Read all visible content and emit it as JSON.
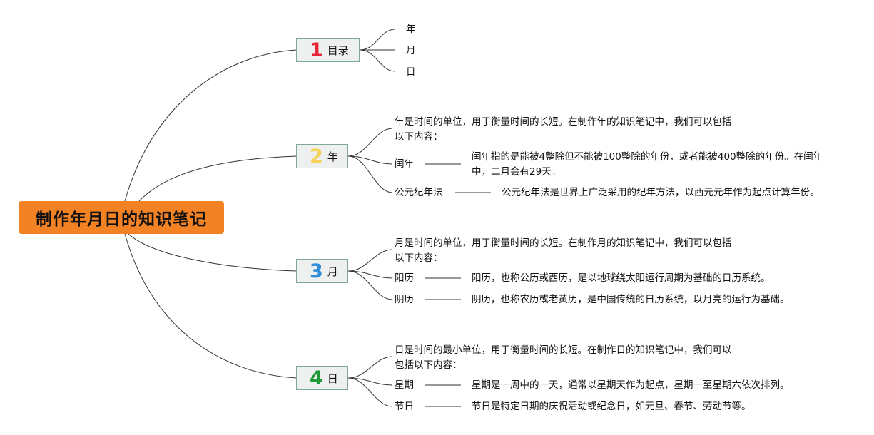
{
  "root": {
    "title": "制作年月日的知识笔记"
  },
  "branches": [
    {
      "number": "1",
      "label": "目录",
      "number_color": "#e8263a",
      "children": [
        "年",
        "月",
        "日"
      ]
    },
    {
      "number": "2",
      "label": "年",
      "number_color": "#f6d35b",
      "intro": [
        "年是时间的单位，用于衡量时间的长短。在制作年的知识笔记中，我们可以包括",
        "以下内容："
      ],
      "items": [
        {
          "term": "闰年",
          "desc": [
            "闰年指的是能被4整除但不能被100整除的年份，或者能被400整除的年份。在闰年",
            "中，二月会有29天。"
          ]
        },
        {
          "term": "公元纪年法",
          "desc": [
            "公元纪年法是世界上广泛采用的纪年方法，以西元元年作为起点计算年份。"
          ]
        }
      ]
    },
    {
      "number": "3",
      "label": "月",
      "number_color": "#2f8fd8",
      "intro": [
        "月是时间的单位，用于衡量时间的长短。在制作月的知识笔记中，我们可以包括",
        "以下内容："
      ],
      "items": [
        {
          "term": "阳历",
          "desc": [
            "阳历，也称公历或西历，是以地球绕太阳运行周期为基础的日历系统。"
          ]
        },
        {
          "term": "阴历",
          "desc": [
            "阴历，也称农历或老黄历，是中国传统的日历系统，以月亮的运行为基础。"
          ]
        }
      ]
    },
    {
      "number": "4",
      "label": "日",
      "number_color": "#1e9a3a",
      "intro": [
        "日是时间的最小单位，用于衡量时间的长短。在制作日的知识笔记中，我们可以",
        "包括以下内容："
      ],
      "items": [
        {
          "term": "星期",
          "desc": [
            "星期是一周中的一天，通常以星期天作为起点，星期一至星期六依次排列。"
          ]
        },
        {
          "term": "节日",
          "desc": [
            "节日是特定日期的庆祝活动或纪念日，如元旦、春节、劳动节等。"
          ]
        }
      ]
    }
  ]
}
